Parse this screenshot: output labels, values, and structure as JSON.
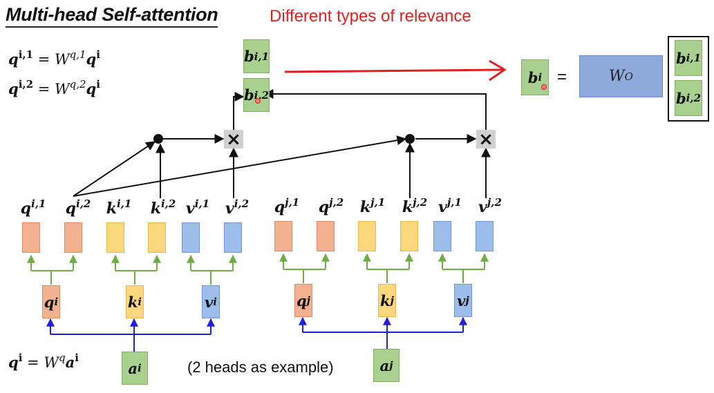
{
  "title": "Multi-head Self-attention",
  "subtitle": "Different types of relevance",
  "note": "(2 heads as example)",
  "equations": {
    "q_i_1": {
      "lhs": "q",
      "sup": "i,1",
      "eq": "=",
      "w": "W",
      "wsup": "q,1",
      "rhs": "q",
      "rsup": "i"
    },
    "q_i_2": {
      "lhs": "q",
      "sup": "i,2",
      "eq": "=",
      "w": "W",
      "wsup": "q,2",
      "rhs": "q",
      "rsup": "i"
    },
    "q_i": {
      "lhs": "q",
      "sup": "i",
      "eq": "=",
      "w": "W",
      "wsup": "q",
      "rhs": "a",
      "rsup": "i"
    }
  },
  "head_labels": {
    "i": [
      {
        "base": "q",
        "sup": "i,1"
      },
      {
        "base": "q",
        "sup": "i,2"
      },
      {
        "base": "k",
        "sup": "i,1"
      },
      {
        "base": "k",
        "sup": "i,2"
      },
      {
        "base": "v",
        "sup": "i,1"
      },
      {
        "base": "v",
        "sup": "i,2"
      }
    ],
    "j": [
      {
        "base": "q",
        "sup": "j,1"
      },
      {
        "base": "q",
        "sup": "j,2"
      },
      {
        "base": "k",
        "sup": "j,1"
      },
      {
        "base": "k",
        "sup": "j,2"
      },
      {
        "base": "v",
        "sup": "j,1"
      },
      {
        "base": "v",
        "sup": "j,2"
      }
    ]
  },
  "vectors": {
    "qi": {
      "base": "q",
      "sup": "i"
    },
    "ki": {
      "base": "k",
      "sup": "i"
    },
    "vi": {
      "base": "v",
      "sup": "i"
    },
    "qj": {
      "base": "q",
      "sup": "j"
    },
    "kj": {
      "base": "k",
      "sup": "j"
    },
    "vj": {
      "base": "v",
      "sup": "j"
    },
    "ai": {
      "base": "a",
      "sup": "i"
    },
    "aj": {
      "base": "a",
      "sup": "j"
    }
  },
  "outputs": {
    "bi1": {
      "base": "b",
      "sup": "i,1"
    },
    "bi2": {
      "base": "b",
      "sup": "i,2"
    },
    "bi": {
      "base": "b",
      "sup": "i"
    },
    "stack1": {
      "base": "b",
      "sup": "i,1"
    },
    "stack2": {
      "base": "b",
      "sup": "i,2"
    }
  },
  "wo": {
    "base": "W",
    "sup": "O"
  },
  "equals_sign": "=",
  "multiply_symbol": "×",
  "colors": {
    "query": "#f4b18f",
    "key": "#fbd77e",
    "value": "#9dbdea",
    "output": "#a9d08e",
    "wo": "#8eaadb",
    "split_lines": "#70ad47",
    "input_lines": "#1f1fd6",
    "red_arrow": "#e02020"
  }
}
